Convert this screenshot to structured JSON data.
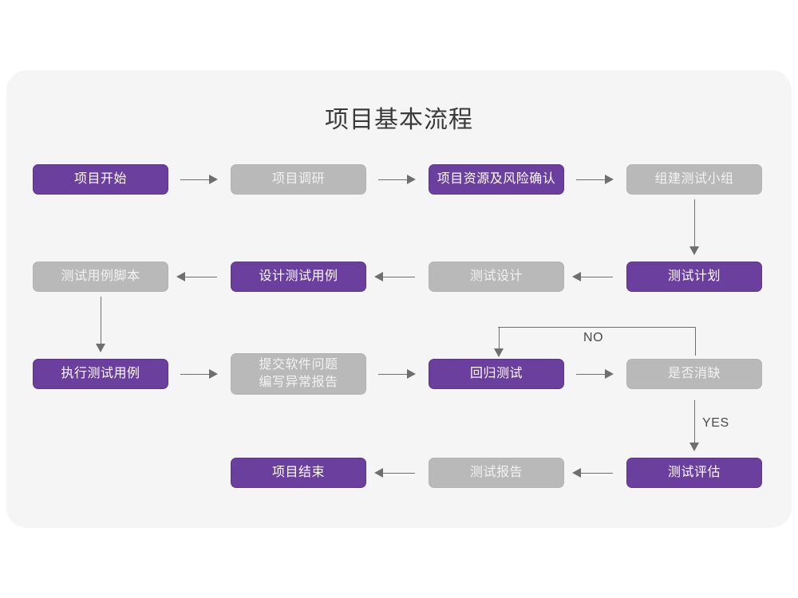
{
  "card": {
    "background_color": "#f5f5f5",
    "page_background_color": "#ffffff"
  },
  "title": "项目基本流程",
  "theme": {
    "purple": "#6b3f9e",
    "gray": "#b9b9b9",
    "connector": "#6f6f6f",
    "title_color": "#3a3a3a"
  },
  "nodes": [
    {
      "id": "n1",
      "label": "项目开始",
      "style": "purple",
      "row": 1,
      "col": 1
    },
    {
      "id": "n2",
      "label": "项目调研",
      "style": "gray",
      "row": 1,
      "col": 2
    },
    {
      "id": "n3",
      "label": "项目资源及风险确认",
      "style": "purple",
      "row": 1,
      "col": 3
    },
    {
      "id": "n4",
      "label": "组建测试小组",
      "style": "gray",
      "row": 1,
      "col": 4
    },
    {
      "id": "n5",
      "label": "测试用例脚本",
      "style": "gray",
      "row": 2,
      "col": 1
    },
    {
      "id": "n6",
      "label": "设计测试用例",
      "style": "purple",
      "row": 2,
      "col": 2
    },
    {
      "id": "n7",
      "label": "测试设计",
      "style": "gray",
      "row": 2,
      "col": 3
    },
    {
      "id": "n8",
      "label": "测试计划",
      "style": "purple",
      "row": 2,
      "col": 4
    },
    {
      "id": "n9",
      "label": "执行测试用例",
      "style": "purple",
      "row": 3,
      "col": 1
    },
    {
      "id": "n10",
      "label": "提交软件问题\n编写异常报告",
      "style": "gray",
      "row": 3,
      "col": 2
    },
    {
      "id": "n11",
      "label": "回归测试",
      "style": "purple",
      "row": 3,
      "col": 3
    },
    {
      "id": "n12",
      "label": "是否消缺",
      "style": "gray",
      "row": 3,
      "col": 4
    },
    {
      "id": "n13",
      "label": "项目结束",
      "style": "purple",
      "row": 4,
      "col": 2
    },
    {
      "id": "n14",
      "label": "测试报告",
      "style": "gray",
      "row": 4,
      "col": 3
    },
    {
      "id": "n15",
      "label": "测试评估",
      "style": "purple",
      "row": 4,
      "col": 4
    }
  ],
  "edges": [
    {
      "from": "n1",
      "to": "n2",
      "direction": "right",
      "label": ""
    },
    {
      "from": "n2",
      "to": "n3",
      "direction": "right",
      "label": ""
    },
    {
      "from": "n3",
      "to": "n4",
      "direction": "right",
      "label": ""
    },
    {
      "from": "n4",
      "to": "n8",
      "direction": "down",
      "label": ""
    },
    {
      "from": "n8",
      "to": "n7",
      "direction": "left",
      "label": ""
    },
    {
      "from": "n7",
      "to": "n6",
      "direction": "left",
      "label": ""
    },
    {
      "from": "n6",
      "to": "n5",
      "direction": "left",
      "label": ""
    },
    {
      "from": "n5",
      "to": "n9",
      "direction": "down",
      "label": ""
    },
    {
      "from": "n9",
      "to": "n10",
      "direction": "right",
      "label": ""
    },
    {
      "from": "n10",
      "to": "n11",
      "direction": "right",
      "label": ""
    },
    {
      "from": "n11",
      "to": "n12",
      "direction": "right",
      "label": ""
    },
    {
      "from": "n12",
      "to": "n11",
      "direction": "loop-back",
      "label": "NO"
    },
    {
      "from": "n12",
      "to": "n15",
      "direction": "down",
      "label": "YES"
    },
    {
      "from": "n15",
      "to": "n14",
      "direction": "left",
      "label": ""
    },
    {
      "from": "n14",
      "to": "n13",
      "direction": "left",
      "label": ""
    }
  ],
  "edge_labels": {
    "no": "NO",
    "yes": "YES"
  }
}
